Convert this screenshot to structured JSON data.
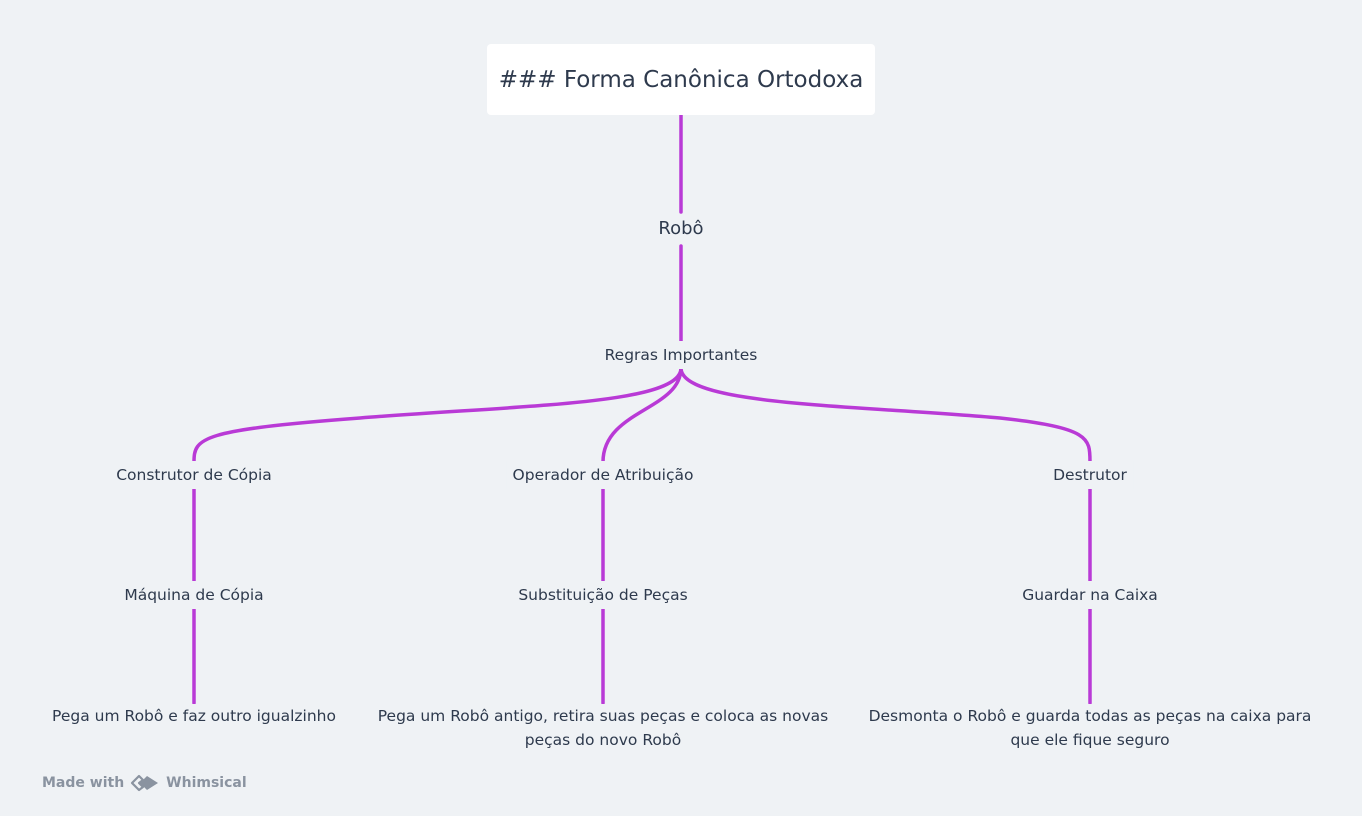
{
  "diagram": {
    "edge_color": "#b93ad6",
    "root": {
      "label": "### Forma Canônica Ortodoxa"
    },
    "level1": {
      "label": "Robô"
    },
    "level2": {
      "label": "Regras Importantes"
    },
    "branches": [
      {
        "label": "Construtor de Cópia",
        "child": "Máquina de Cópia",
        "leaf": "Pega um Robô e faz outro igualzinho"
      },
      {
        "label": "Operador de Atribuição",
        "child": "Substituição de Peças",
        "leaf": "Pega um Robô antigo, retira suas peças e coloca as novas peças do novo Robô"
      },
      {
        "label": "Destrutor",
        "child": "Guardar na Caixa",
        "leaf": "Desmonta o Robô e guarda todas as peças na caixa para que ele fique seguro"
      }
    ]
  },
  "watermark": {
    "prefix": "Made with",
    "brand": "Whimsical",
    "logo_icon": "whimsical-logo-icon"
  }
}
